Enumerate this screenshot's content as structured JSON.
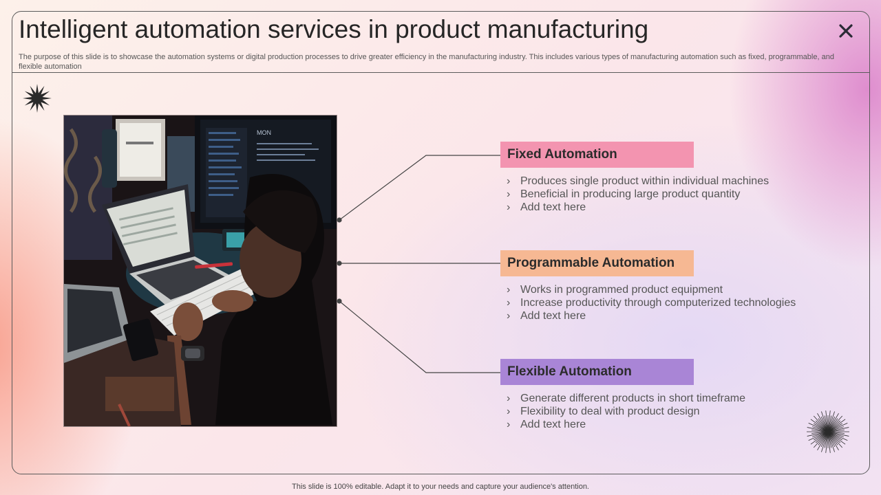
{
  "slide": {
    "title": "Intelligent automation services in product manufacturing",
    "subtitle": "The purpose of this slide is to showcase the automation systems or digital production processes to drive greater efficiency in the manufacturing industry. This includes various types of manufacturing automation such as fixed, programmable, and flexible automation",
    "close_icon": "close-icon",
    "footer": "This slide is 100% editable. Adapt it to your needs and capture your audience's attention."
  },
  "sections": [
    {
      "label": "Fixed Automation",
      "color": "#f394b0",
      "bullets": [
        "Produces single product within individual machines",
        "Beneficial in producing large product quantity",
        "Add text here"
      ]
    },
    {
      "label": "Programmable Automation",
      "color": "#f6b893",
      "bullets": [
        "Works in programmed product equipment",
        "Increase productivity through computerized technologies",
        "Add text here"
      ]
    },
    {
      "label": "Flexible Automation",
      "color": "#a985d6",
      "bullets": [
        "Generate different products in short timeframe",
        "Flexibility to deal with product design",
        "Add text here"
      ]
    }
  ],
  "bullet_glyph": "›",
  "photo": {
    "icon": "photo-person-working-laptop",
    "screen_text": "MON"
  }
}
